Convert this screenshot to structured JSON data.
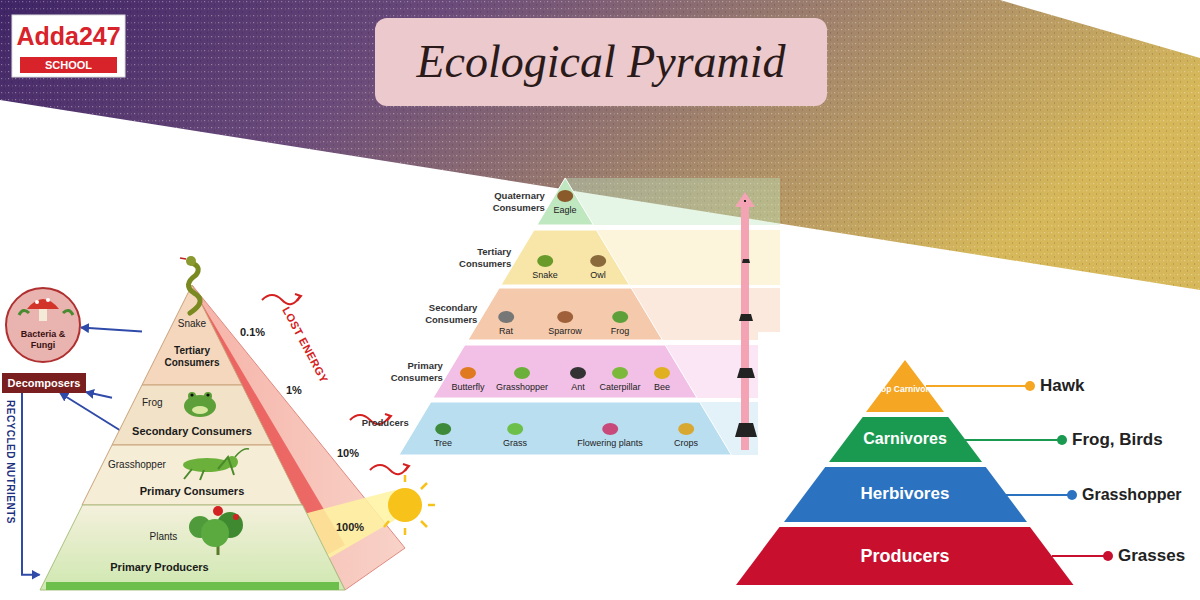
{
  "diagram": {
    "title": "Ecological Pyramid",
    "nodes": [
      {
        "text": [
          "Adda247",
          "SCHOOL"
        ]
      },
      {
        "text": [
          "Bacteria & Fungi"
        ]
      },
      {
        "text": [
          "Decomposers"
        ]
      },
      {
        "text": [
          "Snake",
          "Tertiary Consumers"
        ]
      },
      {
        "text": [
          "Frog",
          "Secondary Consumers"
        ]
      },
      {
        "text": [
          "Grasshopper",
          "Primary Consumers"
        ]
      },
      {
        "text": [
          "Plants",
          "Primary Producers"
        ]
      },
      {
        "text": [
          "Quaternary Consumers",
          "Eagle"
        ]
      },
      {
        "text": [
          "Tertiary Consumers",
          "Snake",
          "Owl"
        ]
      },
      {
        "text": [
          "Secondary Consumers",
          "Rat",
          "Sparrow",
          "Frog"
        ]
      },
      {
        "text": [
          "Primary Consumers",
          "Butterfly",
          "Grasshopper",
          "Ant",
          "Caterpillar",
          "Bee"
        ]
      },
      {
        "text": [
          "Producers",
          "Tree",
          "Grass",
          "Flowering plants",
          "Crops"
        ]
      },
      {
        "text": [
          "Top Carnivore"
        ]
      },
      {
        "text": [
          "Carnivores"
        ]
      },
      {
        "text": [
          "Herbivores"
        ]
      },
      {
        "text": [
          "Producers"
        ]
      }
    ],
    "edges": [
      {
        "from": 3,
        "to": 1,
        "arrow": "to"
      },
      {
        "from": 4,
        "to": 2,
        "arrow": "to"
      },
      {
        "from": 5,
        "to": 2,
        "arrow": "to"
      },
      {
        "from": 2,
        "to": 6,
        "arrow": "to"
      }
    ],
    "labels": [
      "0.1%",
      "1%",
      "10%",
      "100%",
      "LOST ENERGY",
      "RECYCLED NUTRIENTS",
      "Hawk",
      "Frog, Birds",
      "Grasshopper",
      "Grasses"
    ]
  }
}
